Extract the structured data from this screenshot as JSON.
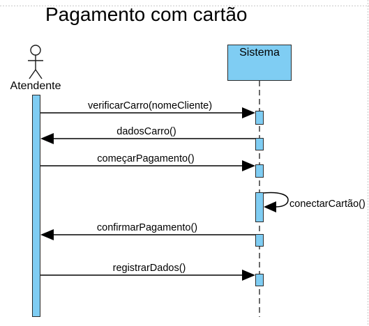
{
  "title": "Pagamento com cartão",
  "actor": {
    "label": "Atendente",
    "icon": "stick-figure-icon"
  },
  "participant": {
    "label": "Sistema"
  },
  "messages": [
    {
      "label": "verificarCarro(nomeCliente)"
    },
    {
      "label": "dadosCarro()"
    },
    {
      "label": "começarPagamento()"
    },
    {
      "label": "conectarCartão()"
    },
    {
      "label": "confirmarPagamento()"
    },
    {
      "label": "registrarDados()"
    }
  ],
  "colors": {
    "accent_fill": "#7fcdf3",
    "arrow_fill": "#000000"
  }
}
